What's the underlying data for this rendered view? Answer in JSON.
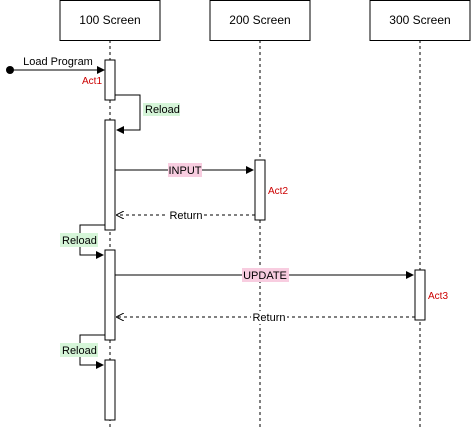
{
  "lifelines": [
    {
      "id": "screen100",
      "label": "100 Screen"
    },
    {
      "id": "screen200",
      "label": "200 Screen"
    },
    {
      "id": "screen300",
      "label": "300 Screen"
    }
  ],
  "activations": [
    {
      "id": "act1",
      "label": "Act1"
    },
    {
      "id": "act2",
      "label": "Act2"
    },
    {
      "id": "act3",
      "label": "Act3"
    }
  ],
  "messages": {
    "load_program": "Load Program",
    "reload_1": "Reload",
    "input": "INPUT",
    "return_1": "Return",
    "reload_2": "Reload",
    "update": "UPDATE",
    "return_2": "Return",
    "reload_3": "Reload"
  },
  "colors": {
    "activation_label": "#cc0000",
    "reload_highlight": "#d5f5d8",
    "call_highlight": "#f8cde0"
  }
}
